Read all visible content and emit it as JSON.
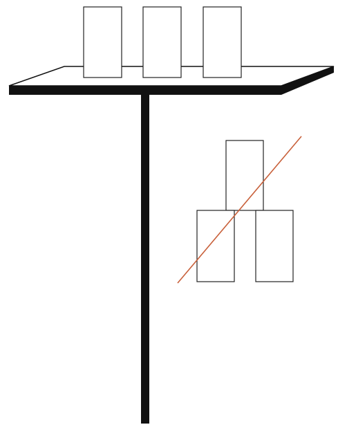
{
  "colors": {
    "background": "#ffffff",
    "ink": "#111111",
    "box_fill": "#ffffff",
    "box_stroke": "#222222",
    "strike_line": "#c8603a"
  },
  "diagram": {
    "shelf_items": [
      "box",
      "box",
      "box"
    ],
    "side_stack": {
      "top_row": [
        "box"
      ],
      "bottom_row": [
        "box",
        "box"
      ],
      "crossed_out": true
    }
  }
}
